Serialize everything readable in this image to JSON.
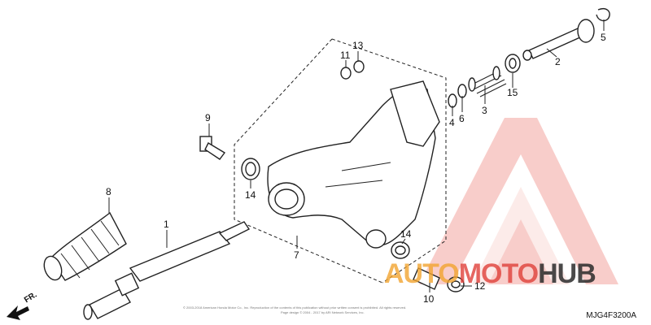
{
  "diagram": {
    "code": "MJG4F3200A",
    "direction_label": "FR.",
    "copyright_line1": "© 2003-2018 American Honda Motor Co., Inc. Reproduction of the contents of this publication without prior written consent is prohibited. All rights reserved.",
    "copyright_line2": "Page design © 2004 - 2017 by ARI Network Services, Inc.",
    "callouts": [
      "1",
      "2",
      "3",
      "4",
      "5",
      "6",
      "7",
      "8",
      "9",
      "10",
      "11",
      "12",
      "13",
      "14",
      "14",
      "15"
    ]
  },
  "watermark": {
    "word_part1": "AUTO",
    "word_part2": "MOTO",
    "word_part3": "HUB",
    "colors": {
      "red": "#e0413a",
      "orange": "#f2a430",
      "dark": "#2b2b2b",
      "tint": "#f7d0cc"
    }
  }
}
